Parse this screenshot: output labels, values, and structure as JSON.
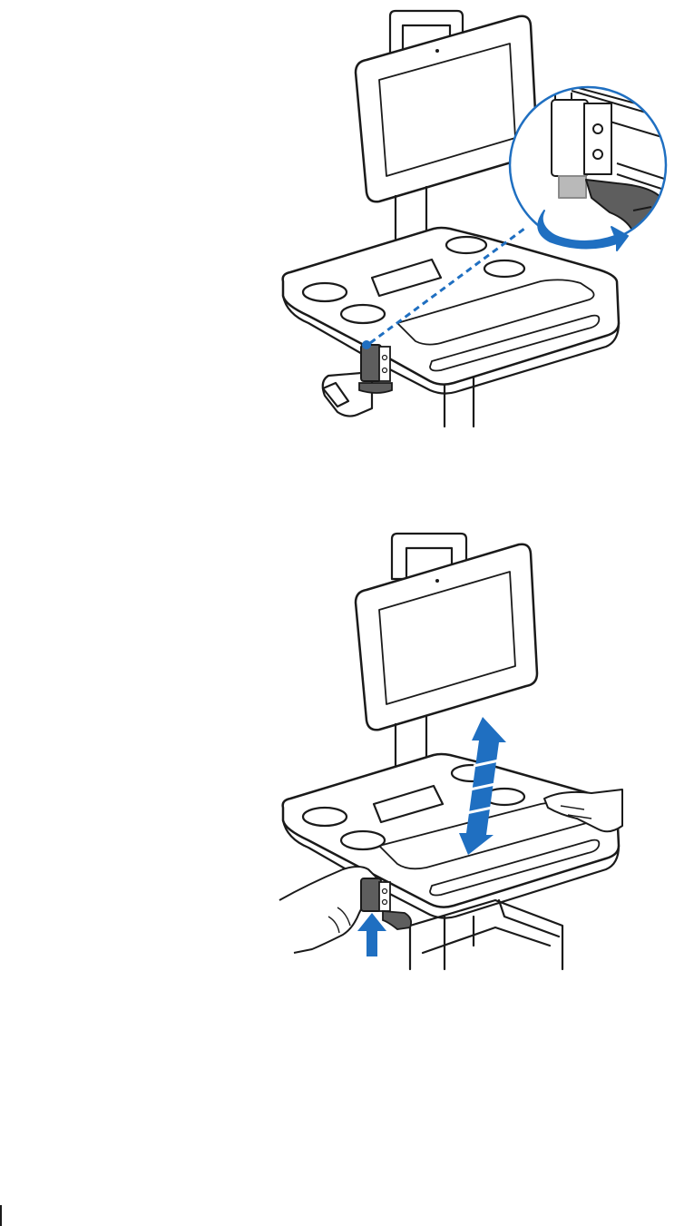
{
  "colors": {
    "line": "#1a1a1a",
    "fill": "#ffffff",
    "accent": "#1f6fc1",
    "latch": "#5e5e5e",
    "latch_light": "#b9b9b9",
    "screen_border": "#2b2b2b"
  },
  "figures": [
    {
      "step": "rotate-latch",
      "icons": [
        "cart-illustration",
        "magnifier-callout",
        "rotate-arrow-icon"
      ]
    },
    {
      "step": "raise-shelf",
      "icons": [
        "cart-illustration",
        "double-arrow-icon",
        "up-arrow-icon",
        "hand-icon"
      ]
    }
  ]
}
